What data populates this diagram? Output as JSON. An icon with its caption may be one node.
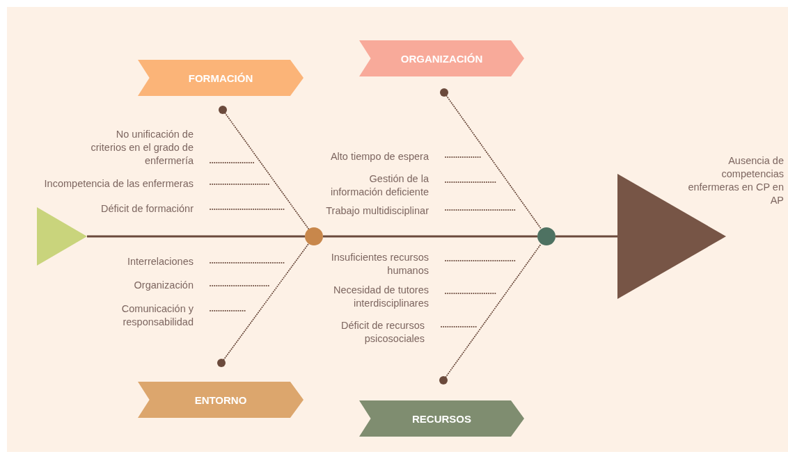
{
  "diagram": {
    "nodes": [
      {
        "text": [
          "FORMACIÓN"
        ]
      },
      {
        "text": [
          "ORGANIZACIÓN"
        ]
      },
      {
        "text": [],
        "shape": "circle"
      },
      {
        "text": [],
        "shape": "circle"
      },
      {
        "text": [
          "No unificación de criterios en el grado de enfermería"
        ]
      },
      {
        "text": [
          "Alto tiempo de espera"
        ]
      },
      {
        "text": [
          "Incompetencia de las enfermeras"
        ]
      },
      {
        "text": [
          "Gestión de la información deficiente"
        ]
      },
      {
        "text": [
          "Déficit de formaciónr"
        ]
      },
      {
        "text": [
          "Trabajo multidisciplinar"
        ]
      },
      {
        "text": [],
        "shape": "triangle"
      },
      {
        "text": [],
        "shape": "circle"
      },
      {
        "text": [],
        "shape": "circle"
      },
      {
        "text": [],
        "shape": "triangle",
        "beside": [
          "Ausencia de competencias enfermeras en CP en AP"
        ]
      },
      {
        "text": [
          "Interrelaciones"
        ]
      },
      {
        "text": [
          "Insuficientes recursos humanos"
        ]
      },
      {
        "text": [
          "Organización"
        ]
      },
      {
        "text": [
          "Necesidad de tutores interdisciplinares"
        ]
      },
      {
        "text": [
          "Comunicación y responsabilidad"
        ]
      },
      {
        "text": [
          "Déficit de recursos psicosociales"
        ]
      },
      {
        "text": [],
        "shape": "circle"
      },
      {
        "text": [],
        "shape": "circle"
      },
      {
        "text": [
          "ENTORNO"
        ]
      },
      {
        "text": [
          "RECURSOS"
        ]
      }
    ],
    "edges": [
      {
        "from": 10,
        "to": 11,
        "arrow": "none"
      },
      {
        "from": 11,
        "to": 12,
        "arrow": "none"
      },
      {
        "from": 12,
        "to": 13,
        "arrow": "none"
      },
      {
        "from": 2,
        "to": 11,
        "arrow": "none",
        "style": "dashed"
      },
      {
        "from": 3,
        "to": 12,
        "arrow": "none",
        "style": "dashed"
      },
      {
        "from": 20,
        "to": 11,
        "arrow": "none",
        "style": "dashed"
      },
      {
        "from": 21,
        "to": 12,
        "arrow": "none",
        "style": "dashed"
      },
      {
        "from": 4,
        "to": null,
        "arrow": "none",
        "style": "dashed"
      },
      {
        "from": 5,
        "to": null,
        "arrow": "none",
        "style": "dashed"
      },
      {
        "from": 6,
        "to": null,
        "arrow": "none",
        "style": "dashed"
      },
      {
        "from": 7,
        "to": null,
        "arrow": "none",
        "style": "dashed"
      },
      {
        "from": 8,
        "to": null,
        "arrow": "none",
        "style": "dashed"
      },
      {
        "from": 9,
        "to": null,
        "arrow": "none",
        "style": "dashed"
      },
      {
        "from": 14,
        "to": null,
        "arrow": "none",
        "style": "dashed"
      },
      {
        "from": 15,
        "to": null,
        "arrow": "none",
        "style": "dashed"
      },
      {
        "from": 16,
        "to": null,
        "arrow": "none",
        "style": "dashed"
      },
      {
        "from": 17,
        "to": null,
        "arrow": "none",
        "style": "dashed"
      },
      {
        "from": 18,
        "to": null,
        "arrow": "none",
        "style": "dashed"
      },
      {
        "from": 19,
        "to": null,
        "arrow": "none",
        "style": "dashed"
      }
    ]
  }
}
